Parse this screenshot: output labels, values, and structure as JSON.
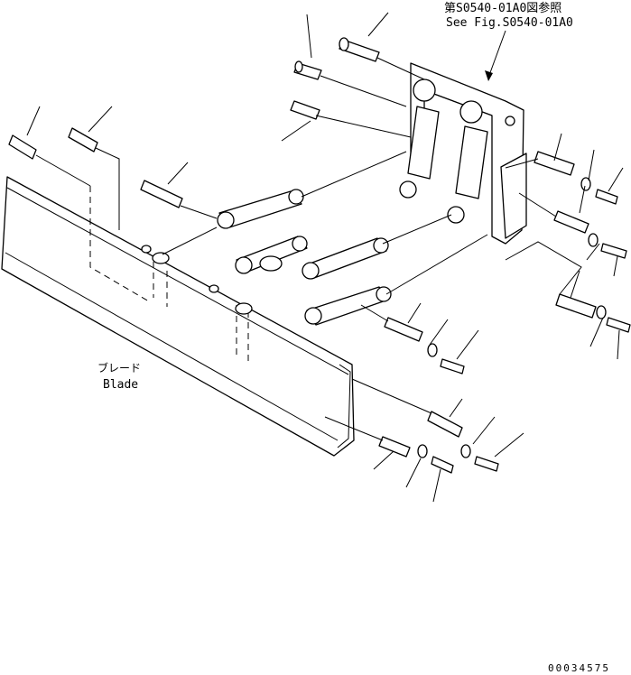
{
  "reference": {
    "line1": "第S0540-01A0図参照",
    "line2": "See Fig.S0540-01A0"
  },
  "blade": {
    "label_jp": "ブレード",
    "label_en": "Blade"
  },
  "footer": {
    "code": "00034575"
  }
}
